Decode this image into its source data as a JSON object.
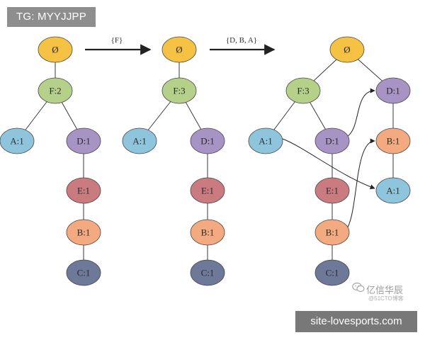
{
  "watermark_top": "TG: MYYJJPP",
  "watermark_site": "site-lovesports.com",
  "watermark_brand": "亿信华辰",
  "watermark_sub": "@51CTO博客",
  "icons": {
    "brand": "wechat-icon"
  },
  "colors": {
    "root": "#f5c244",
    "F": "#b5d089",
    "A": "#8fc5dc",
    "D": "#a894c4",
    "E": "#c97b80",
    "B": "#f4aa80",
    "C": "#6e7898",
    "stroke": "#444444"
  },
  "transitions": [
    "{F}",
    "{D, B, A}"
  ],
  "trees": [
    {
      "nodes": [
        {
          "id": "root",
          "label": "Ø",
          "kind": "root"
        },
        {
          "id": "F",
          "label": "F:2",
          "kind": "F"
        },
        {
          "id": "A",
          "label": "A:1",
          "kind": "A"
        },
        {
          "id": "D",
          "label": "D:1",
          "kind": "D"
        },
        {
          "id": "E",
          "label": "E:1",
          "kind": "E"
        },
        {
          "id": "B",
          "label": "B:1",
          "kind": "B"
        },
        {
          "id": "C",
          "label": "C:1",
          "kind": "C"
        }
      ],
      "edges": [
        [
          "root",
          "F"
        ],
        [
          "F",
          "A"
        ],
        [
          "F",
          "D"
        ],
        [
          "D",
          "E"
        ],
        [
          "E",
          "B"
        ],
        [
          "B",
          "C"
        ]
      ]
    },
    {
      "nodes": [
        {
          "id": "root",
          "label": "Ø",
          "kind": "root"
        },
        {
          "id": "F",
          "label": "F:3",
          "kind": "F"
        },
        {
          "id": "A",
          "label": "A:1",
          "kind": "A"
        },
        {
          "id": "D",
          "label": "D:1",
          "kind": "D"
        },
        {
          "id": "E",
          "label": "E:1",
          "kind": "E"
        },
        {
          "id": "B",
          "label": "B:1",
          "kind": "B"
        },
        {
          "id": "C",
          "label": "C:1",
          "kind": "C"
        }
      ],
      "edges": [
        [
          "root",
          "F"
        ],
        [
          "F",
          "A"
        ],
        [
          "F",
          "D"
        ],
        [
          "D",
          "E"
        ],
        [
          "E",
          "B"
        ],
        [
          "B",
          "C"
        ]
      ]
    },
    {
      "nodes": [
        {
          "id": "root",
          "label": "Ø",
          "kind": "root"
        },
        {
          "id": "F",
          "label": "F:3",
          "kind": "F"
        },
        {
          "id": "A",
          "label": "A:1",
          "kind": "A"
        },
        {
          "id": "D",
          "label": "D:1",
          "kind": "D"
        },
        {
          "id": "E",
          "label": "E:1",
          "kind": "E"
        },
        {
          "id": "B",
          "label": "B:1",
          "kind": "B"
        },
        {
          "id": "C",
          "label": "C:1",
          "kind": "C"
        },
        {
          "id": "D2",
          "label": "D:1",
          "kind": "D"
        },
        {
          "id": "B2",
          "label": "B:1",
          "kind": "B"
        },
        {
          "id": "A2",
          "label": "A:1",
          "kind": "A"
        }
      ],
      "edges": [
        [
          "root",
          "F"
        ],
        [
          "root",
          "D2"
        ],
        [
          "F",
          "A"
        ],
        [
          "F",
          "D"
        ],
        [
          "D",
          "E"
        ],
        [
          "E",
          "B"
        ],
        [
          "B",
          "C"
        ],
        [
          "D2",
          "B2"
        ],
        [
          "B2",
          "A2"
        ]
      ],
      "links": [
        [
          "D",
          "D2"
        ],
        [
          "B",
          "B2"
        ],
        [
          "A",
          "A2"
        ]
      ]
    }
  ]
}
